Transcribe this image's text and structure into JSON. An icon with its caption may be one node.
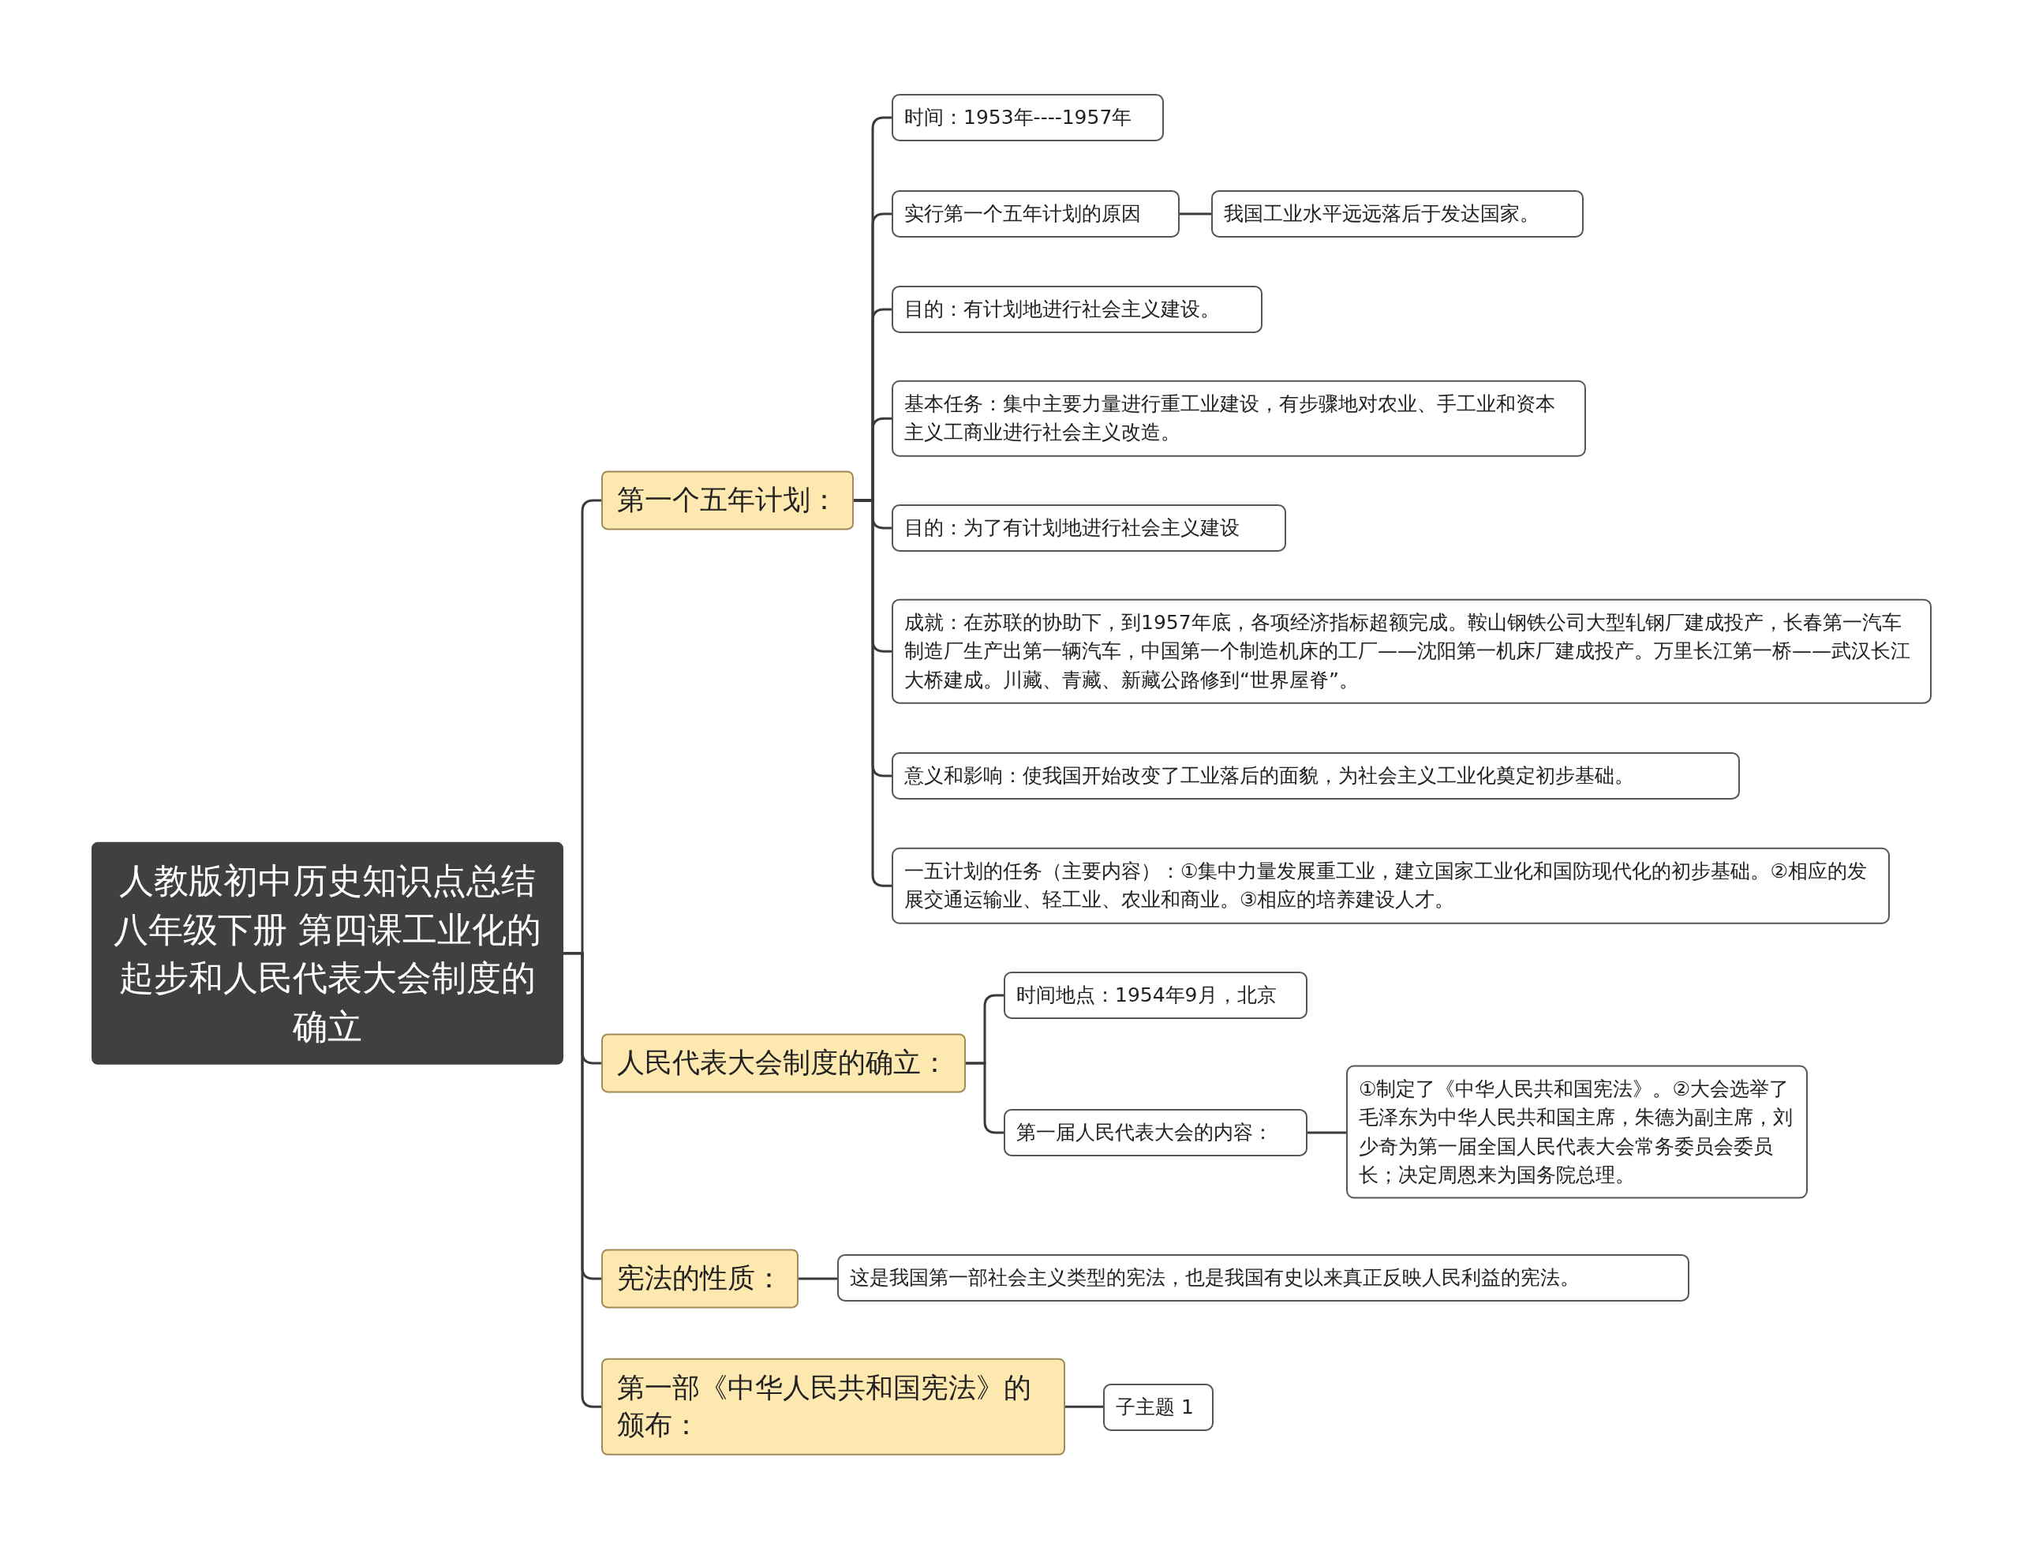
{
  "diagram": {
    "nodes": [
      {
        "text": [
          "人教版初中历史知识点总结八年级下册 第四课工业化的起步和人民代表大会制度的确立"
        ]
      },
      {
        "text": [
          "第一个五年计划："
        ]
      },
      {
        "text": [
          "时间：1953年----1957年"
        ]
      },
      {
        "text": [
          "实行第一个五年计划的原因"
        ]
      },
      {
        "text": [
          "我国工业水平远远落后于发达国家。"
        ]
      },
      {
        "text": [
          "目的：有计划地进行社会主义建设。"
        ]
      },
      {
        "text": [
          "基本任务：集中主要力量进行重工业建设，有步骤地对农业、手工业和资本主义工商业进行社会主义改造。"
        ]
      },
      {
        "text": [
          "目的：为了有计划地进行社会主义建设"
        ]
      },
      {
        "text": [
          "成就：在苏联的协助下，到1957年底，各项经济指标超额完成。鞍山钢铁公司大型轧钢厂建成投产，长春第一汽车制造厂生产出第一辆汽车，中国第一个制造机床的工厂——沈阳第一机床厂建成投产。万里长江第一桥——武汉长江大桥建成。川藏、青藏、新藏公路修到“世界屋脊”。"
        ]
      },
      {
        "text": [
          "意义和影响：使我国开始改变了工业落后的面貌，为社会主义工业化奠定初步基础。"
        ]
      },
      {
        "text": [
          "一五计划的任务（主要内容）：①集中力量发展重工业，建立国家工业化和国防现代化的初步基础。②相应的发展交通运输业、轻工业、农业和商业。③相应的培养建设人才。"
        ]
      },
      {
        "text": [
          "人民代表大会制度的确立："
        ]
      },
      {
        "text": [
          "时间地点：1954年9月，北京"
        ]
      },
      {
        "text": [
          "第一届人民代表大会的内容："
        ]
      },
      {
        "text": [
          "①制定了《中华人民共和国宪法》。②大会选举了毛泽东为中华人民共和国主席，朱德为副主席，刘少奇为第一届全国人民代表大会常务委员会委员长；决定周恩来为国务院总理。"
        ]
      },
      {
        "text": [
          "宪法的性质："
        ]
      },
      {
        "text": [
          "这是我国第一部社会主义类型的宪法，也是我国有史以来真正反映人民利益的宪法。"
        ]
      },
      {
        "text": [
          "第一部《中华人民共和国宪法》的颁布："
        ]
      },
      {
        "text": [
          "子主题 1"
        ]
      }
    ],
    "edges": [
      {
        "from": 0,
        "to": 1,
        "arrow": "none"
      },
      {
        "from": 1,
        "to": 2,
        "arrow": "none"
      },
      {
        "from": 1,
        "to": 3,
        "arrow": "none"
      },
      {
        "from": 3,
        "to": 4,
        "arrow": "none"
      },
      {
        "from": 1,
        "to": 5,
        "arrow": "none"
      },
      {
        "from": 1,
        "to": 6,
        "arrow": "none"
      },
      {
        "from": 1,
        "to": 7,
        "arrow": "none"
      },
      {
        "from": 1,
        "to": 8,
        "arrow": "none"
      },
      {
        "from": 1,
        "to": 9,
        "arrow": "none"
      },
      {
        "from": 1,
        "to": 10,
        "arrow": "none"
      },
      {
        "from": 0,
        "to": 11,
        "arrow": "none"
      },
      {
        "from": 11,
        "to": 12,
        "arrow": "none"
      },
      {
        "from": 11,
        "to": 13,
        "arrow": "none"
      },
      {
        "from": 13,
        "to": 14,
        "arrow": "none"
      },
      {
        "from": 0,
        "to": 15,
        "arrow": "none"
      },
      {
        "from": 15,
        "to": 16,
        "arrow": "none"
      },
      {
        "from": 0,
        "to": 17,
        "arrow": "none"
      },
      {
        "from": 17,
        "to": 18,
        "arrow": "none"
      }
    ]
  }
}
